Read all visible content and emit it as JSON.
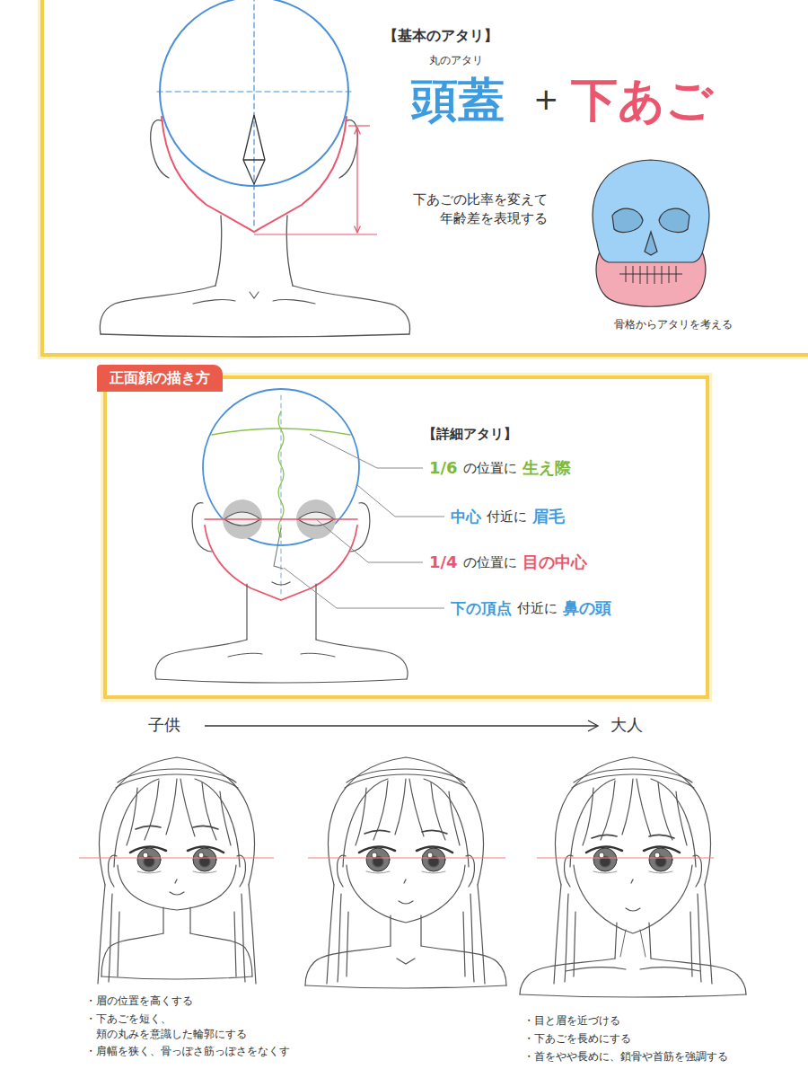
{
  "diagram": {
    "nodes": [
      {
        "text": [
          "【基本のアタリ】"
        ]
      },
      {
        "text": [
          "正面顔の描き方"
        ]
      },
      {
        "text": [
          "【詳細アタリ】"
        ]
      }
    ],
    "labels": [
      "丸のアタリ",
      "頭蓋",
      "+",
      "下あご",
      "下あごの比率を変えて 年齢差を表現する",
      "骨格からアタリを考える",
      "1/6",
      "の位置に",
      "生え際",
      "中心",
      "付近に",
      "眉毛",
      "1/4",
      "の位置に",
      "目の中心",
      "下の頂点",
      "付近に",
      "鼻の頭",
      "子供",
      "大人",
      "・眉の位置を高くする",
      "・下あごを短く、 頬の丸みを意識した輪郭にする",
      "・肩幅を狭く、骨っぽさ筋っぽさをなくす",
      "・目と眉を近づける",
      "・下あごを長めにする",
      "・首をやや長めに、鎖骨や首筋を強調する"
    ]
  }
}
